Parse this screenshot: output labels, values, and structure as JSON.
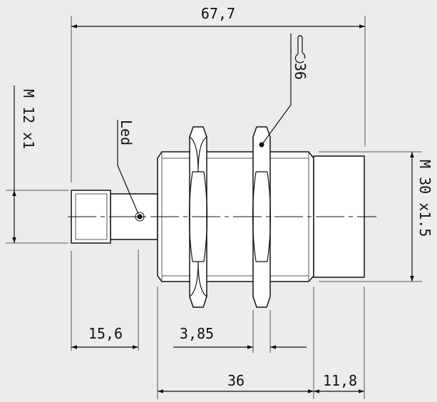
{
  "title": "M30 inductive sensor dimension drawing",
  "dimensions": {
    "overall_length": "67,7",
    "connector_thread": "M 12 x1",
    "housing_thread": "M 30 x1.5",
    "connector_length": "15,6",
    "nut_thickness": "3,85",
    "thread_length": "36",
    "cap_length": "11,8"
  },
  "labels": {
    "led": "Led",
    "wrench_size": "36"
  },
  "colors": {
    "background": "#ececec",
    "line": "#111111"
  }
}
